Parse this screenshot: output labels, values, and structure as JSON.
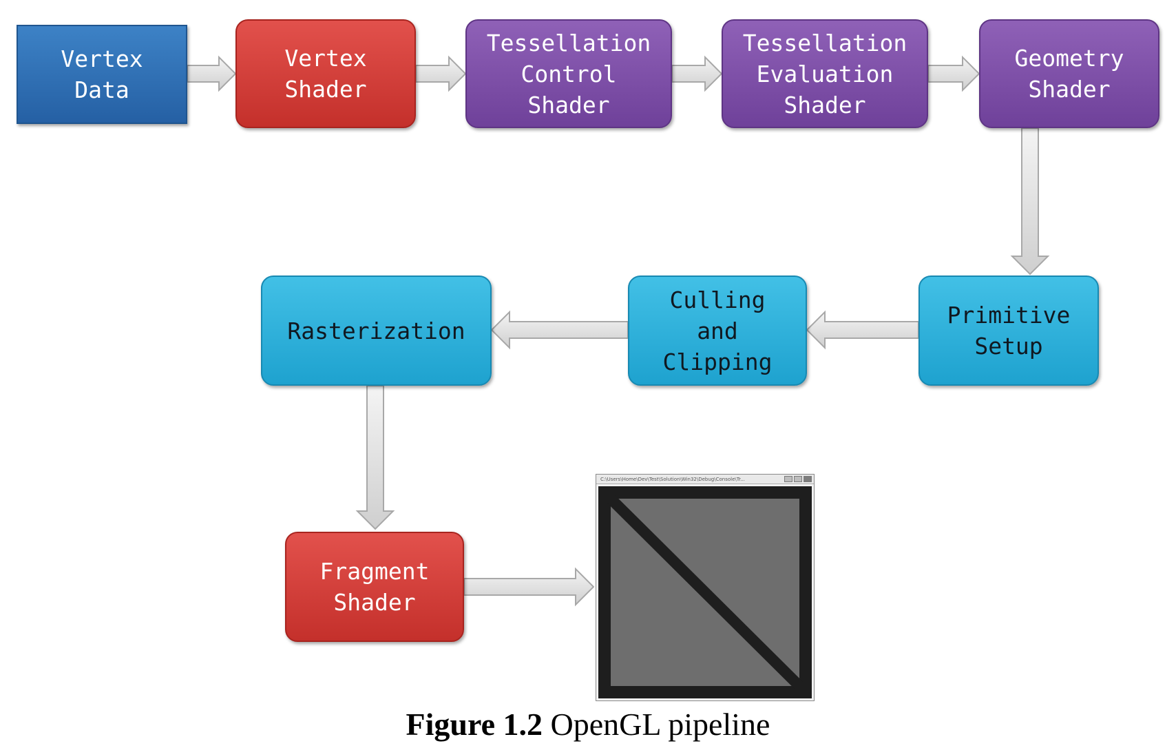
{
  "stages": {
    "vertex_data": "Vertex\nData",
    "vertex_shader": "Vertex\nShader",
    "tess_control": "Tessellation\nControl\nShader",
    "tess_eval": "Tessellation\nEvaluation\nShader",
    "geometry": "Geometry\nShader",
    "primitive_setup": "Primitive\nSetup",
    "culling": "Culling\nand\nClipping",
    "rasterization": "Rasterization",
    "fragment_shader": "Fragment\nShader"
  },
  "output_window": {
    "titlebar_text": "C:\\Users\\Home\\Dev\\Test\\Solution\\Win32\\Debug\\Console\\Tr..."
  },
  "caption": {
    "label": "Figure 1.2",
    "text": "OpenGL pipeline"
  },
  "colors": {
    "data_blue": "#2e6fb5",
    "shader_red": "#d43f3a",
    "tessellation_purple": "#7f52a8",
    "fixed_function_cyan": "#2fb3dc",
    "arrow_gray": "#d9d9d9"
  }
}
